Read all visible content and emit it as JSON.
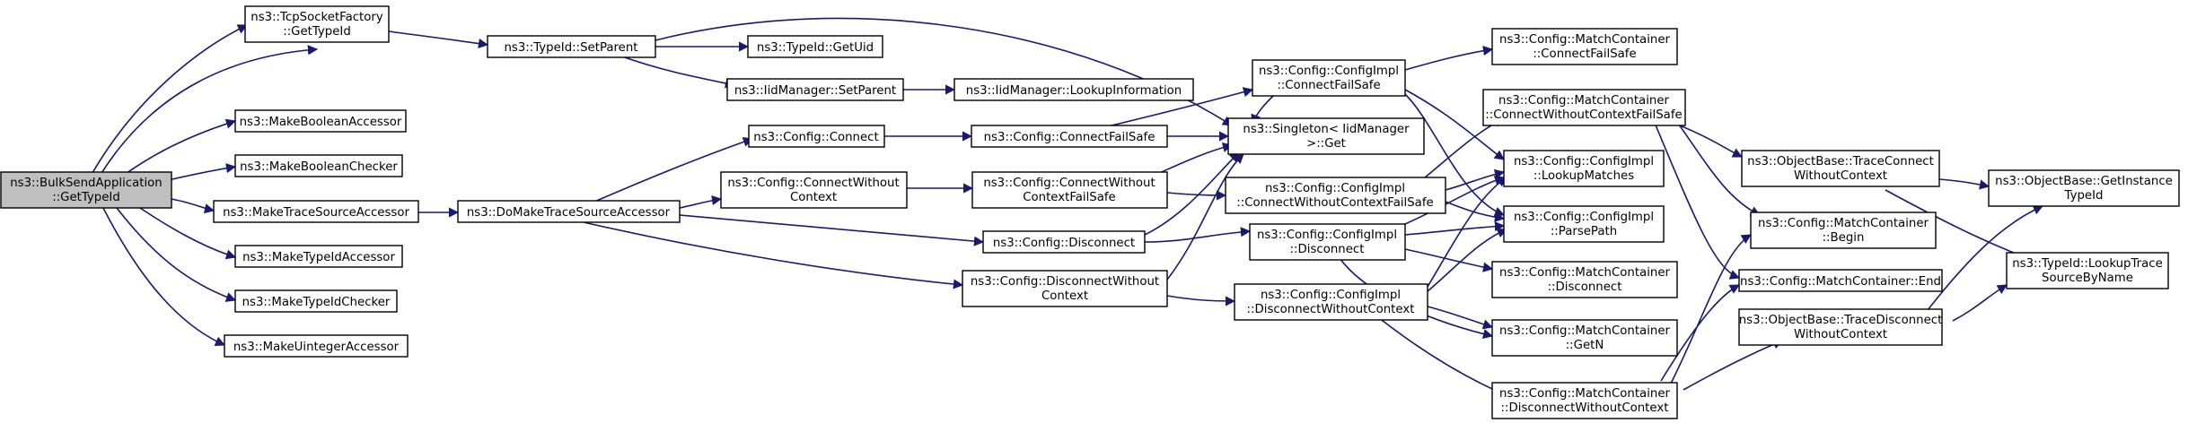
{
  "colors": {
    "edge": "#191970",
    "root_fill": "#bfbfbf",
    "node_fill": "#ffffff",
    "node_border": "#000000"
  },
  "nodes": {
    "root": [
      "ns3::BulkSendApplication",
      "::GetTypeId"
    ],
    "tcp_gettypeid": [
      "ns3::TcpSocketFactory",
      "::GetTypeId"
    ],
    "make_bool_acc": [
      "ns3::MakeBooleanAccessor"
    ],
    "make_bool_chk": [
      "ns3::MakeBooleanChecker"
    ],
    "make_trace_acc": [
      "ns3::MakeTraceSourceAccessor"
    ],
    "make_typeid_acc": [
      "ns3::MakeTypeIdAccessor"
    ],
    "make_typeid_chk": [
      "ns3::MakeTypeIdChecker"
    ],
    "make_uint_acc": [
      "ns3::MakeUintegerAccessor"
    ],
    "setparent": [
      "ns3::TypeId::SetParent"
    ],
    "getuid": [
      "ns3::TypeId::GetUid"
    ],
    "iid_setparent": [
      "ns3::IidManager::SetParent"
    ],
    "iid_lookup": [
      "ns3::IidManager::LookupInformation"
    ],
    "do_make_trace": [
      "ns3::DoMakeTraceSourceAccessor"
    ],
    "cfg_connect": [
      "ns3::Config::Connect"
    ],
    "cfg_connect_wc": [
      "ns3::Config::ConnectWithout",
      "Context"
    ],
    "cfg_disconnect": [
      "ns3::Config::Disconnect"
    ],
    "cfg_disconnect_wc": [
      "ns3::Config::DisconnectWithout",
      "Context"
    ],
    "cfg_connect_fs": [
      "ns3::Config::ConnectFailSafe"
    ],
    "cfg_connect_wc_fs": [
      "ns3::Config::ConnectWithout",
      "ContextFailSafe"
    ],
    "impl_connect_fs": [
      "ns3::Config::ConfigImpl",
      "::ConnectFailSafe"
    ],
    "singleton_get": [
      "ns3::Singleton< IidManager",
      ">::Get"
    ],
    "impl_connect_wc_fs": [
      "ns3::Config::ConfigImpl",
      "::ConnectWithoutContextFailSafe"
    ],
    "impl_disconnect": [
      "ns3::Config::ConfigImpl",
      "::Disconnect"
    ],
    "impl_disconnect_wc": [
      "ns3::Config::ConfigImpl",
      "::DisconnectWithoutContext"
    ],
    "mc_connect_fs": [
      "ns3::Config::MatchContainer",
      "::ConnectFailSafe"
    ],
    "mc_connect_wc_fs": [
      "ns3::Config::MatchContainer",
      "::ConnectWithoutContextFailSafe"
    ],
    "impl_lookup": [
      "ns3::Config::ConfigImpl",
      "::LookupMatches"
    ],
    "impl_parsepath": [
      "ns3::Config::ConfigImpl",
      "::ParsePath"
    ],
    "mc_disconnect": [
      "ns3::Config::MatchContainer",
      "::Disconnect"
    ],
    "mc_getn": [
      "ns3::Config::MatchContainer",
      "::GetN"
    ],
    "mc_disconnect_wc": [
      "ns3::Config::MatchContainer",
      "::DisconnectWithoutContext"
    ],
    "ob_trace_connect_wc": [
      "ns3::ObjectBase::TraceConnect",
      "WithoutContext"
    ],
    "mc_begin": [
      "ns3::Config::MatchContainer",
      "::Begin"
    ],
    "mc_end": [
      "ns3::Config::MatchContainer::End"
    ],
    "ob_trace_disconnect_wc": [
      "ns3::ObjectBase::TraceDisconnect",
      "WithoutContext"
    ],
    "ob_get_instance_typeid": [
      "ns3::ObjectBase::GetInstance",
      "TypeId"
    ],
    "typeid_lookup_trace": [
      "ns3::TypeId::LookupTrace",
      "SourceByName"
    ]
  }
}
